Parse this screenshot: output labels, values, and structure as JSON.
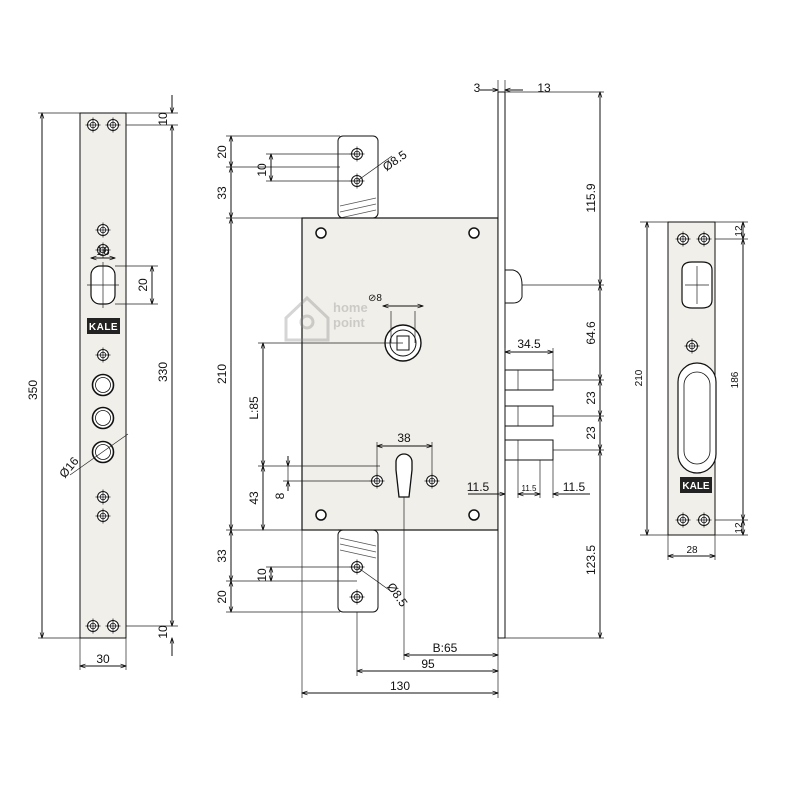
{
  "strike_plate_left": {
    "dims": {
      "top_hole_offset": "10",
      "hook_width": "16",
      "hook_height": "20",
      "total_length": "350",
      "hole_span": "330",
      "roller_diameter": "Ø16",
      "bottom_hole_offset": "10",
      "width": "30"
    },
    "logo_text": "KALE"
  },
  "lock_body": {
    "dims": {
      "top_latch_20": "20",
      "top_latch_33": "33",
      "top_latch_10": "10",
      "top_hole_dia": "Ø8.5",
      "body_height": "210",
      "spindle_square": "8",
      "backset_L": "L:85",
      "dim_43": "43",
      "dim_8": "8",
      "cylinder_38": "38",
      "bottom_33": "33",
      "bottom_10": "10",
      "bottom_20": "20",
      "bottom_hole_dia": "Ø8.5",
      "backset_B": "B:65",
      "dim_95": "95",
      "dim_130": "130",
      "faceplate_3": "3",
      "faceplate_13": "13",
      "dim_115_9": "115.9",
      "dim_64_6": "64.6",
      "bolt_34_5": "34.5",
      "bolt_gap_23a": "23",
      "bolt_gap_23b": "23",
      "dim_123_5": "123.5",
      "bolt_11_5_left": "11.5",
      "bolt_11_5_mid": "11.5",
      "bolt_11_5_right": "11.5"
    },
    "watermark": {
      "line1": "home",
      "line2": "point"
    }
  },
  "faceplate_right": {
    "dims": {
      "top_12": "12",
      "height_210": "210",
      "slot_186": "186",
      "bottom_12": "12",
      "width_28": "28"
    },
    "logo_text": "KALE"
  }
}
